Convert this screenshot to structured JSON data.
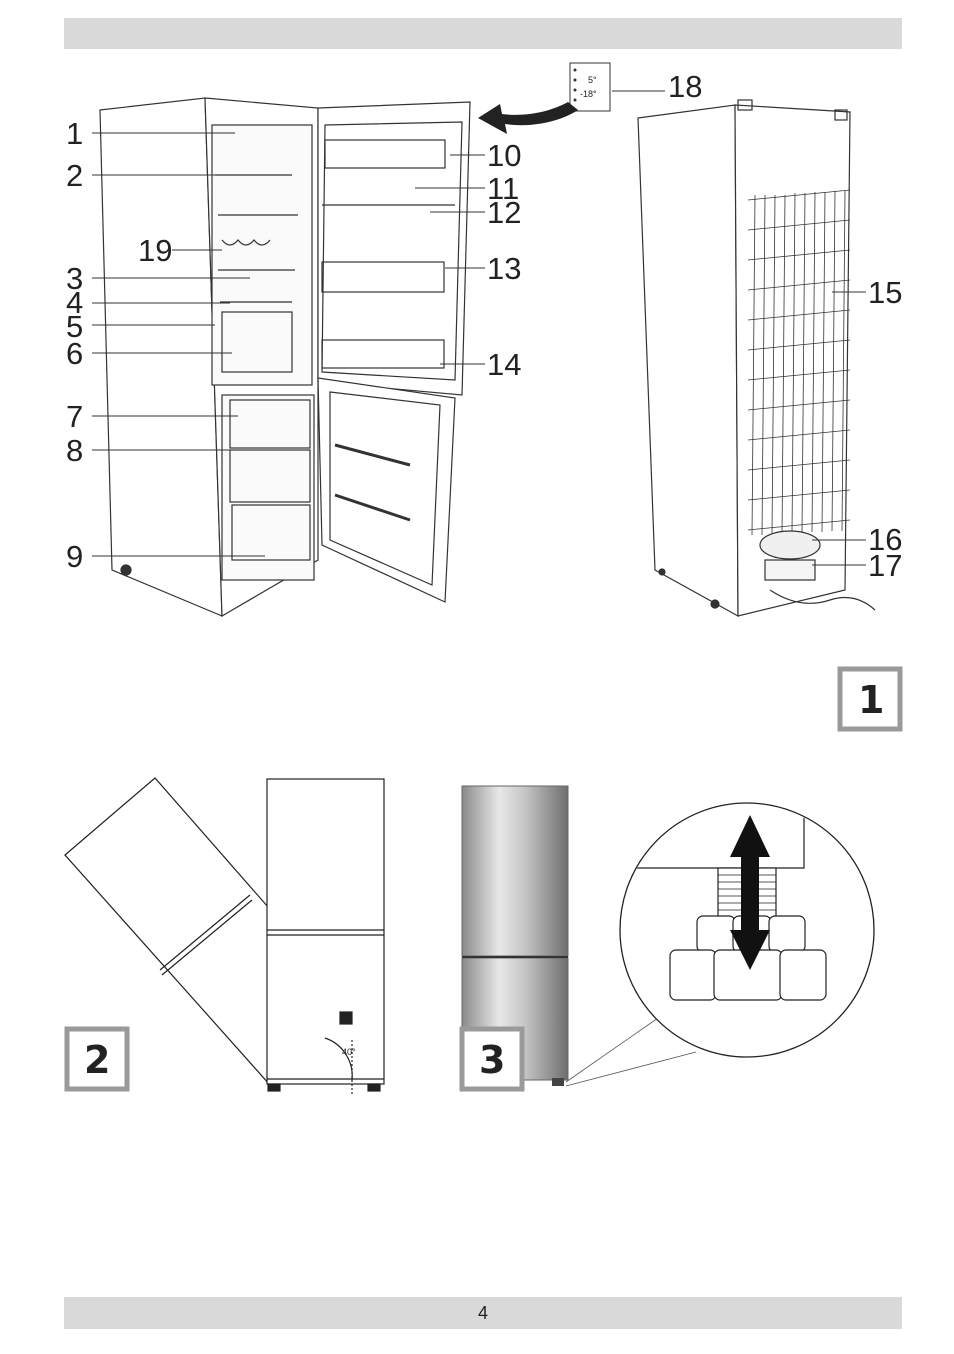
{
  "page": {
    "number": "4"
  },
  "figure1": {
    "label": "1",
    "callouts_left": [
      "1",
      "2",
      "19",
      "3",
      "4",
      "5",
      "6",
      "7",
      "8",
      "9"
    ],
    "callouts_right": [
      "10",
      "11",
      "12",
      "13",
      "14"
    ],
    "callout_panel": "18",
    "callouts_back": [
      "15",
      "16",
      "17"
    ],
    "display_panel": {
      "fridge_temp": "5°",
      "freezer_temp": "-18°"
    }
  },
  "figure2": {
    "label": "2",
    "angle": "40°"
  },
  "figure3": {
    "label": "3"
  }
}
